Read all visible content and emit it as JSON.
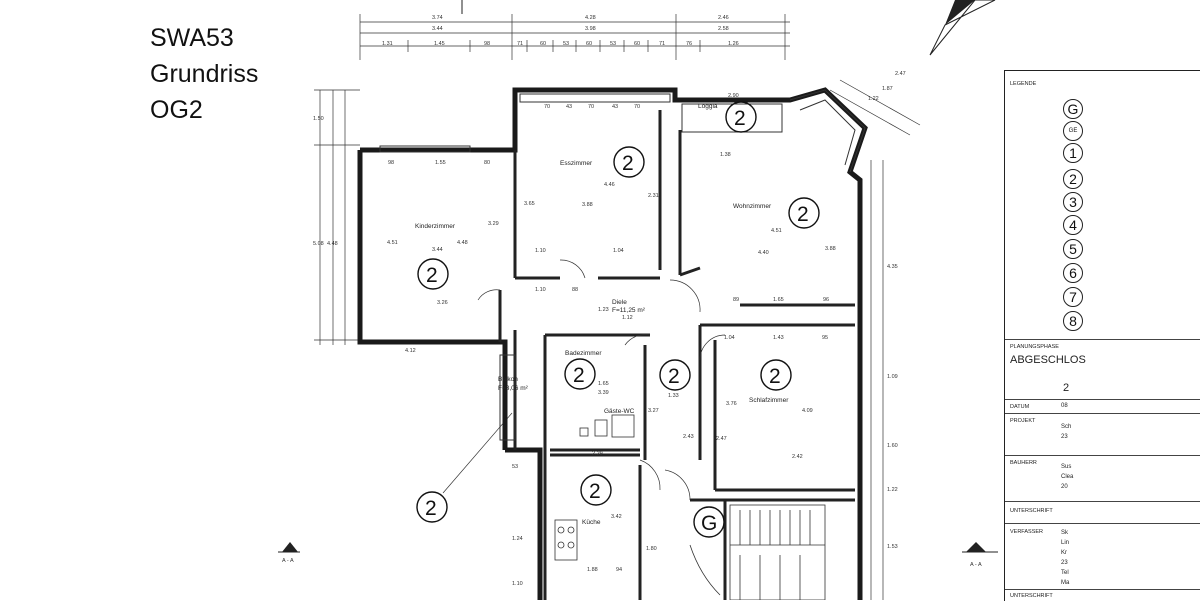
{
  "title": {
    "line1": "SWA53",
    "line2": "Grundriss",
    "line3": "OG2"
  },
  "rooms": {
    "kinderzimmer": "Kinderzimmer",
    "esszimmer": "Esszimmer",
    "wohnzimmer": "Wohnzimmer",
    "loggia": "Loggia",
    "diele": "Diele",
    "diele_area": "F=11,25 m²",
    "badezimmer": "Badezimmer",
    "gaeste_wc": "Gäste-WC",
    "schlafzimmer": "Schlafzimmer",
    "balkon": "Balkon",
    "balkon_area": "F=3,06 m²",
    "kueche": "Küche"
  },
  "markers": {
    "two": "2",
    "g": "G"
  },
  "dimensions": {
    "top1": "3.74",
    "top2": "4.28",
    "top3": "2.46",
    "top4": "3.44",
    "top5": "3.98",
    "top6": "2.58",
    "top7": "1.31",
    "top8": "1.45",
    "top9": "98",
    "top10": "71",
    "top11": "60",
    "top12": "53",
    "top13": "60",
    "top14": "53",
    "top15": "60",
    "top16": "71",
    "top17": "76",
    "top18": "1.26",
    "d_esz1": "70",
    "d_esz2": "43",
    "d_esz3": "70",
    "d_esz4": "43",
    "d_esz5": "70",
    "d_logg": "2.90",
    "d_kz1": "98",
    "d_kz2": "1.55",
    "d_kz3": "80",
    "d_kz_w": "3.44",
    "d_kz_h": "4.51",
    "d_kz_h2": "4.48",
    "d_kz_h3": "3.29",
    "d_kz_b": "3.26",
    "d_esz_h": "4.46",
    "d_esz_w": "3.88",
    "d_esz_b1": "1.10",
    "d_esz_b2": "1.04",
    "d_esz_h2": "3.65",
    "d_esz_h3": "2.31",
    "d_wz1": "1.38",
    "d_wz_w": "4.40",
    "d_wz_h": "4.51",
    "d_wz_h2": "3.88",
    "d_wz_b1": "89",
    "d_wz_b2": "1.65",
    "d_wz_b3": "96",
    "d_left1": "5.08",
    "d_left2": "4.48",
    "d_left3": "1.50",
    "d_bot": "4.12",
    "d_diele1": "1.10",
    "d_diele2": "88",
    "d_diele3": "1.23",
    "d_bad1": "3.39",
    "d_bad2": "1.65",
    "d_bad3": "3.27",
    "d_flur1": "1.33",
    "d_flur2": "2.43",
    "d_sz1": "1.04",
    "d_sz2": "1.43",
    "d_sz3": "95",
    "d_sz_h": "4.09",
    "d_sz_w": "2.42",
    "d_sz_h2": "3.76",
    "d_sz_h3": "2.47",
    "d_sz_r1": "1.09",
    "d_sz_r2": "1.60",
    "d_sz_r3": "1.22",
    "d_sz_r4": "1.53",
    "d_right": "4.35",
    "d_kue1": "2.29",
    "d_kue_h": "3.42",
    "d_kue_w": "1.88",
    "d_kue2": "94",
    "d_kue3": "1.80",
    "d_kue_l1": "53",
    "d_kue_l2": "1.24",
    "d_kue_l3": "1.10",
    "d_balk": "1.12",
    "d_diag1": "2.47",
    "d_diag2": "1.87",
    "d_diag3": "1.22",
    "section_a": "A - A"
  },
  "legend": {
    "heading": "LEGENDE",
    "symbols": [
      "G",
      "GE",
      "1",
      "2",
      "3",
      "4",
      "5",
      "6",
      "7",
      "8"
    ],
    "planungsphase_label": "PLANUNGSPHASE",
    "planungsphase_value": "ABGESCHLOS",
    "page_fragment": "2",
    "datum_label": "DATUM",
    "datum_value": "08",
    "projekt_label": "PROJEKT",
    "projekt_v1": "Sch",
    "projekt_v2": "23",
    "bauherr_label": "BAUHERR",
    "bauherr_v1": "Sus",
    "bauherr_v2": "Clea",
    "bauherr_v3": "20",
    "unterschrift_label": "UNTERSCHRIFT",
    "verfasser_label": "VERFASSER",
    "verfasser_v1": "Sk",
    "verfasser_v2": "Lin",
    "verfasser_v3": "Kr",
    "verfasser_v4": "23",
    "verfasser_v5": "Tel",
    "verfasser_v6": "Ma",
    "unterschrift2_label": "UNTERSCHRIFT"
  }
}
